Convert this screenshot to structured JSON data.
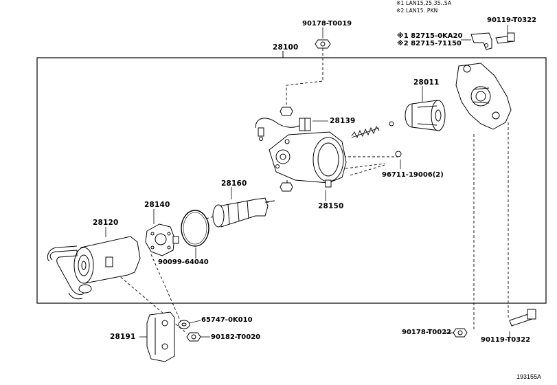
{
  "notes": {
    "note1": "※1 LAN15,25,35..SA",
    "note2": "※2 LAN15..PKN"
  },
  "callouts": {
    "p28100": "28100",
    "p90178_t0019": "90178-T0019",
    "p90119_t0322_top": "90119-T0322",
    "p82715_0ka20": "※1 82715-0KA20",
    "p82715_71150": "※2 82715-71150",
    "p28011": "28011",
    "p28139": "28139",
    "p96711": "96711-19006(2)",
    "p28150": "28150",
    "p28160": "28160",
    "p28140": "28140",
    "p28120": "28120",
    "p90099": "90099-64040",
    "p65747": "65747-0K010",
    "p28191": "28191",
    "p90182": "90182-T0020",
    "p90178_t0022": "90178-T0022",
    "p90119_t0322_bottom": "90119-T0322"
  },
  "figure_id": "193155A"
}
